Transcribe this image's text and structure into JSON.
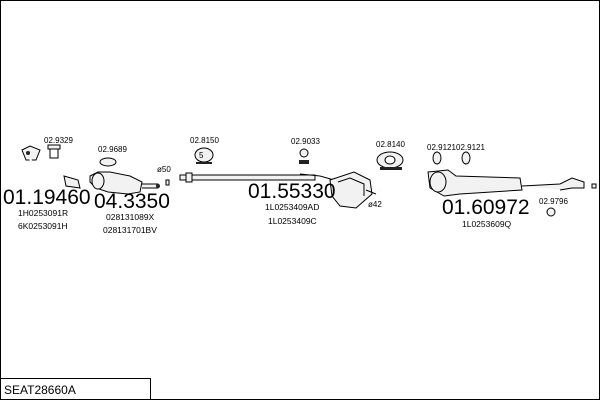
{
  "title": "SEAT28660A",
  "groups": [
    {
      "main": "01.19460",
      "refs": [
        "1H0253091R",
        "6K0253091H"
      ]
    },
    {
      "main": "04.3350",
      "refs": [
        "028131089X",
        "028131701BV"
      ]
    },
    {
      "main": "01.55330",
      "refs": [
        "1L0253409AD",
        "1L0253409C"
      ]
    },
    {
      "main": "01.60972",
      "refs": [
        "1L0253609Q"
      ]
    }
  ],
  "accessories": [
    "02.9329",
    "02.9689",
    "02.8150",
    "02.9033",
    "02.8140",
    "02.9121",
    "02.9121",
    "02.9796"
  ],
  "diameters": [
    "ø50",
    "ø42"
  ]
}
